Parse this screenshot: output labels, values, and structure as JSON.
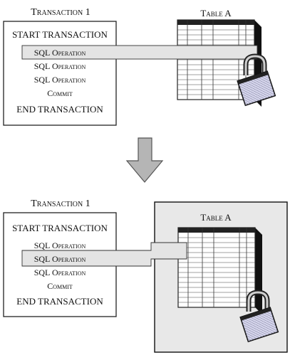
{
  "panels": [
    {
      "transaction_title": "Transaction 1",
      "table_title": "Table A",
      "lines": [
        "START TRANSACTION",
        "SQL Operation",
        "SQL Operation",
        "SQL Operation",
        "Commit",
        "END TRANSACTION"
      ],
      "highlighted_line": "SQL Operation"
    },
    {
      "transaction_title": "Transaction 1",
      "table_title": "Table A",
      "lines": [
        "START TRANSACTION",
        "SQL Operation",
        "SQL Operation",
        "SQL Operation",
        "Commit",
        "END TRANSACTION"
      ],
      "highlighted_line": "SQL Operation"
    }
  ],
  "colors": {
    "highlight": "#e4e4e4",
    "lock_region": "#e8e8e8",
    "arrow": "#b5b5b5",
    "lock": "#d8d8ee"
  },
  "icons": [
    "lock-icon",
    "down-arrow-icon",
    "table-icon"
  ]
}
